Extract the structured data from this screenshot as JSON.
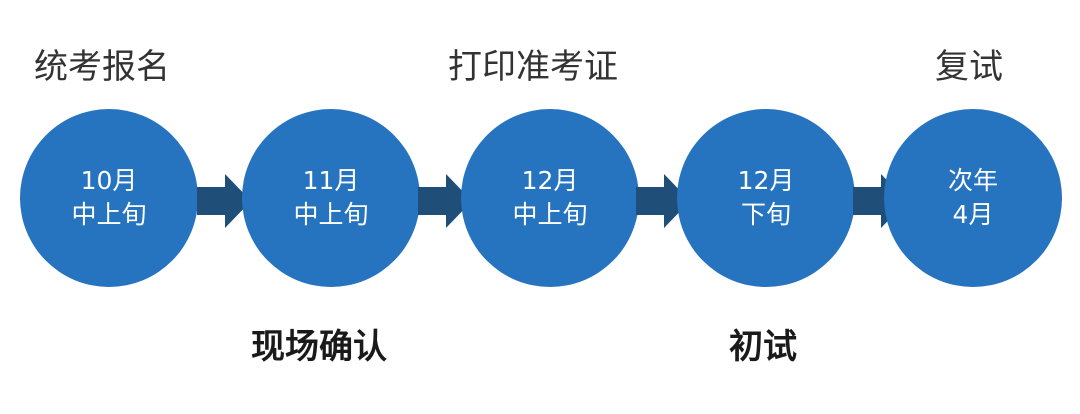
{
  "top_labels": [
    {
      "id": "exam-registration",
      "text": "统考报名"
    },
    {
      "id": "print-admission-ticket",
      "text": "打印准考证"
    },
    {
      "id": "retest",
      "text": "复试"
    }
  ],
  "bottom_labels": [
    {
      "id": "onsite-confirmation",
      "text": "现场确认"
    },
    {
      "id": "preliminary-exam",
      "text": "初试"
    }
  ],
  "steps": [
    {
      "line1": "10月",
      "line2": "中上旬"
    },
    {
      "line1": "11月",
      "line2": "中上旬"
    },
    {
      "line1": "12月",
      "line2": "中上旬"
    },
    {
      "line1": "12月",
      "line2": "下旬"
    },
    {
      "line1": "次年",
      "line2": "4月"
    }
  ],
  "colors": {
    "circle_fill": "#2673c0",
    "arrow_fill": "#1f4e79",
    "label_text": "#333333"
  },
  "icons": {
    "arrow": "arrow-right-icon"
  }
}
